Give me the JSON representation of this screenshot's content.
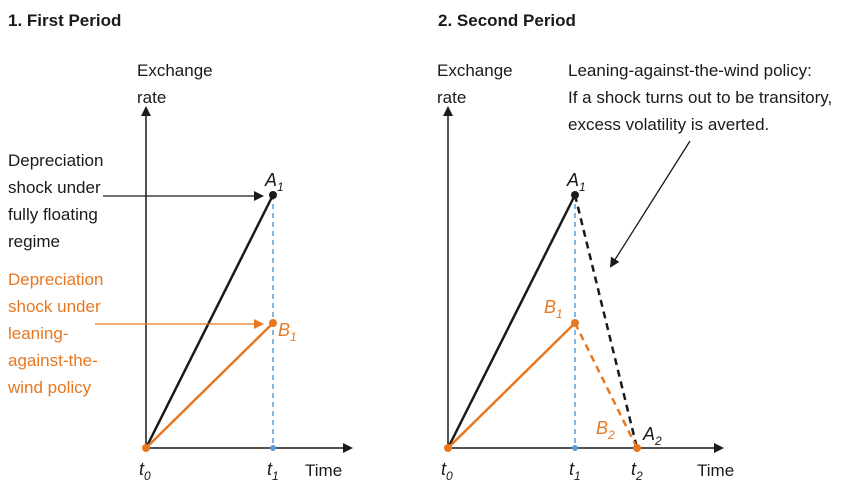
{
  "colors": {
    "black": "#1a1a1a",
    "orange": "#e87722",
    "blue_dashed": "#5b9bd5"
  },
  "panels": [
    {
      "title": "1.  First Period",
      "y_axis_label_line1": "Exchange",
      "y_axis_label_line2": "rate",
      "x_axis_label": "Time",
      "t0": "t",
      "t0_sub": "0",
      "t1": "t",
      "t1_sub": "1",
      "A1": "A",
      "A1_sub": "1",
      "B1": "B",
      "B1_sub": "1",
      "black_annotation": [
        "Depreciation",
        "shock under",
        "fully floating",
        "regime"
      ],
      "orange_annotation": [
        "Depreciation",
        "shock under",
        "leaning-",
        "against-the-",
        "wind policy"
      ]
    },
    {
      "title": "2.  Second Period",
      "y_axis_label_line1": "Exchange",
      "y_axis_label_line2": "rate",
      "x_axis_label": "Time",
      "t0": "t",
      "t0_sub": "0",
      "t1": "t",
      "t1_sub": "1",
      "t2": "t",
      "t2_sub": "2",
      "A1": "A",
      "A1_sub": "1",
      "A2": "A",
      "A2_sub": "2",
      "B1": "B",
      "B1_sub": "1",
      "B2": "B",
      "B2_sub": "2",
      "policy_note": [
        "Leaning-against-the-wind policy:",
        "If a shock turns out to be transitory,",
        "excess volatility is averted."
      ]
    }
  ]
}
